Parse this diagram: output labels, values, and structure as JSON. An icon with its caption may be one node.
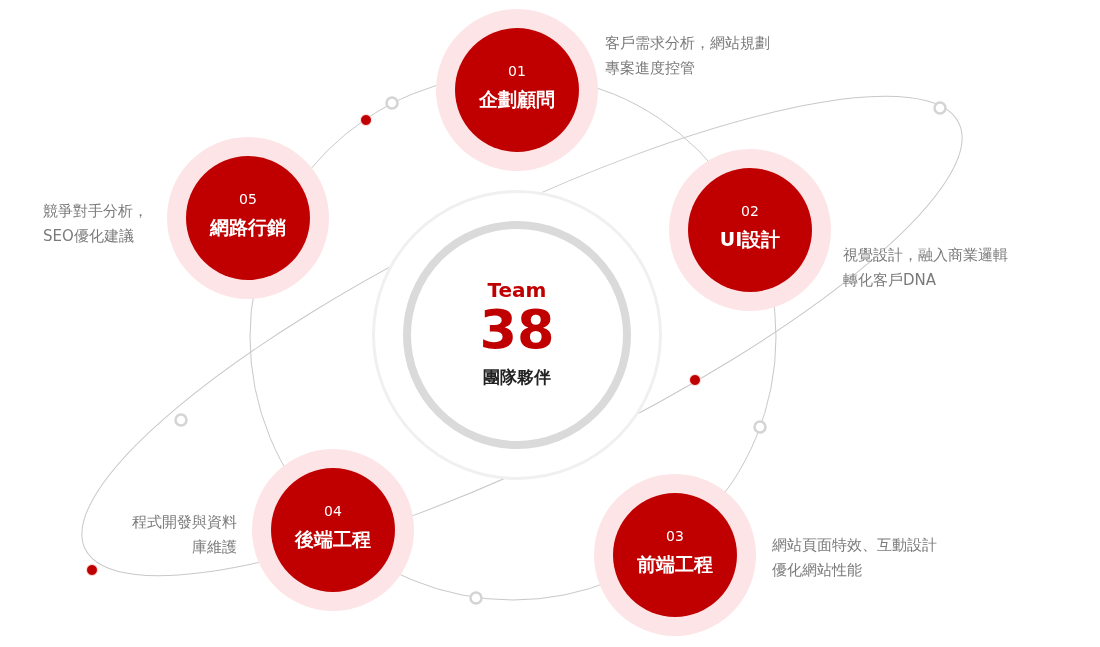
{
  "diagram": {
    "nodes": [
      {
        "text": [
          "Team",
          "38",
          "團隊夥伴"
        ]
      },
      {
        "text": [
          "01",
          "企劃顧問"
        ],
        "beside": [
          "客戶需求分析，網站規劃專案進度控管"
        ]
      },
      {
        "text": [
          "02",
          "UI設計"
        ],
        "beside": [
          "視覺設計，融入商業邏輯轉化客戶DNA"
        ]
      },
      {
        "text": [
          "03",
          "前端工程"
        ],
        "beside": [
          "網站頁面特效、互動設計優化網站性能"
        ]
      },
      {
        "text": [
          "04",
          "後端工程"
        ],
        "beside": [
          "程式開發與資料庫維護"
        ]
      },
      {
        "text": [
          "05",
          "網路行銷"
        ],
        "beside": [
          "競爭對手分析，SEO優化建議"
        ]
      }
    ]
  }
}
